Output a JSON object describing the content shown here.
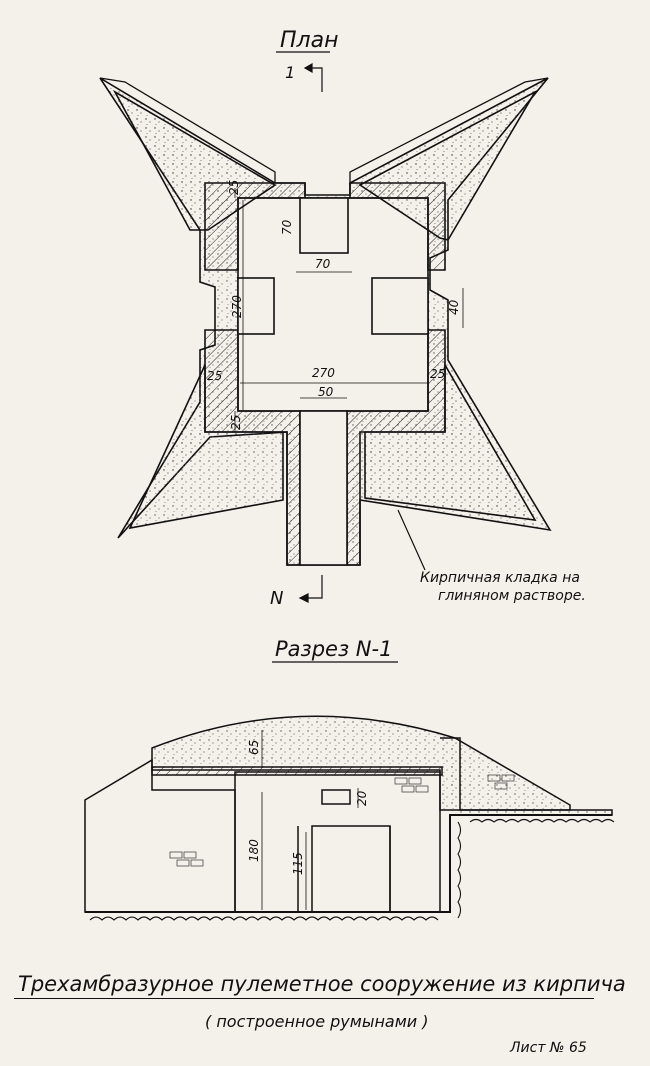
{
  "plan": {
    "title": "План",
    "section_marker_top": "1",
    "section_marker_bottom": "N",
    "dimensions": {
      "opening_depth": "70",
      "opening_width": "70",
      "inner_height": "270",
      "inner_width": "270",
      "embrasure": "40",
      "wall_top": "25",
      "wall_left": "25",
      "wall_right": "25",
      "wall_bottom": "25",
      "entrance": "50"
    },
    "material_note_line1": "Кирпичная кладка на",
    "material_note_line2": "глиняном растворе."
  },
  "section": {
    "title": "Разрез N-1",
    "dimensions": {
      "roof": "65",
      "loophole": "20",
      "height": "180",
      "door": "115"
    }
  },
  "footer": {
    "title": "Трехамбразурное пулеметное сооружение из кирпича",
    "subtitle": "( построенное румынами )",
    "sheet": "Лист № 65"
  },
  "colors": {
    "paper": "#f4f1ea",
    "ink": "#111111",
    "stipple": "#555555"
  }
}
